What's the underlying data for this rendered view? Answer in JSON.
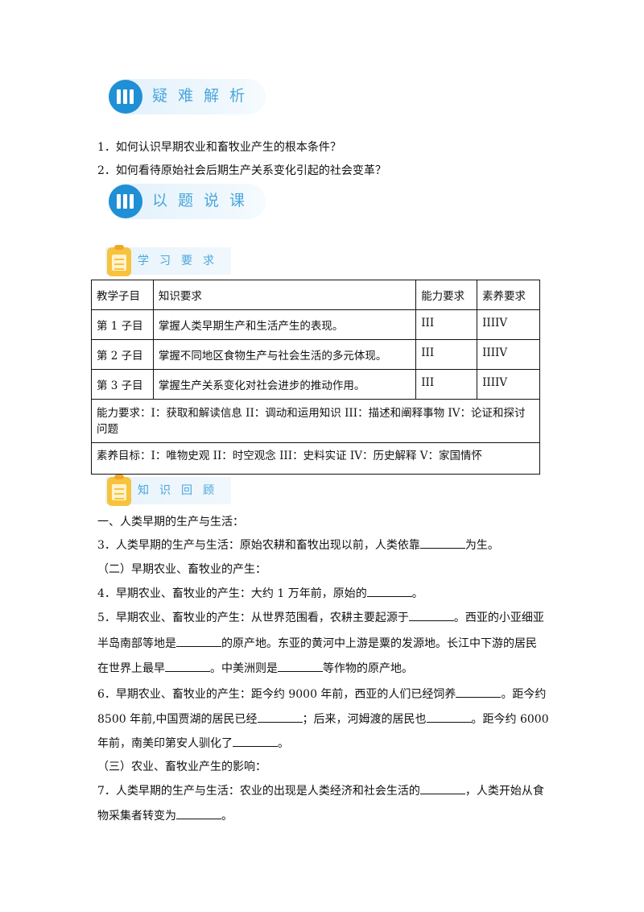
{
  "banners": {
    "difficulty": "疑难解析",
    "lesson": "以题说课"
  },
  "difficulty_questions": [
    "1．如何认识早期农业和畜牧业产生的根本条件？",
    "2．如何看待原始社会后期生产关系变化引起的社会变革？"
  ],
  "sub_banners": {
    "requirements": "学习要求",
    "review": "知识回顾"
  },
  "table": {
    "headers": [
      "教学子目",
      "知识要求",
      "能力要求",
      "素养要求"
    ],
    "rows": [
      [
        "第 1 子目",
        "掌握人类早期生产和生活产生的表现。",
        "III",
        "IIIIV"
      ],
      [
        "第 2 子目",
        "掌握不同地区食物生产与社会生活的多元体现。",
        "III",
        "IIIIV"
      ],
      [
        "第 3 子目",
        "掌握生产关系变化对社会进步的推动作用。",
        "III",
        "IIIIV"
      ]
    ],
    "ability_note": "能力要求：I：获取和解读信息 II：调动和运用知识 III：描述和阐释事物 IV：论证和探讨问题",
    "literacy_note": "素养目标：I：唯物史观 II：时空观念 III：史料实证 IV：历史解释 V：家国情怀"
  },
  "review": {
    "h1": "一、人类早期的生产与生活：",
    "q3_a": "3．人类早期的生产与生活：原始农耕和畜牧出现以前，人类依靠",
    "q3_b": "为生。",
    "h2": "（二）早期农业、畜牧业的产生：",
    "q4_a": "4．早期农业、畜牧业的产生：大约 1 万年前，原始的",
    "q4_b": "。",
    "q5_l1_a": "5．早期农业、畜牧业的产生：从世界范围看，农耕主要起源于",
    "q5_l1_b": "。西亚的小亚细亚",
    "q5_l2_a": "半岛南部等地是",
    "q5_l2_b": "的原产地。东亚的黄河中上游是粟的发源地。长江中下游的居民",
    "q5_l3_a": "在世界上最早",
    "q5_l3_b": "。中美洲则是",
    "q5_l3_c": "等作物的原产地。",
    "q6_l1_a": "6．早期农业、畜牧业的产生：距今约 9000 年前，西亚的人们已经饲养",
    "q6_l1_b": "。距今约",
    "q6_l2_a": "8500 年前,中国贾湖的居民已经",
    "q6_l2_b": "；后来，河姆渡的居民也",
    "q6_l2_c": "。距今约 6000",
    "q6_l3_a": "年前，南美印第安人驯化了",
    "q6_l3_b": "。",
    "h3": "（三）农业、畜牧业产生的影响：",
    "q7_l1_a": "7．人类早期的生产与生活：农业的出现是人类经济和社会生活的",
    "q7_l1_b": "，人类开始从食",
    "q7_l2_a": "物采集者转变为",
    "q7_l2_b": "。"
  }
}
